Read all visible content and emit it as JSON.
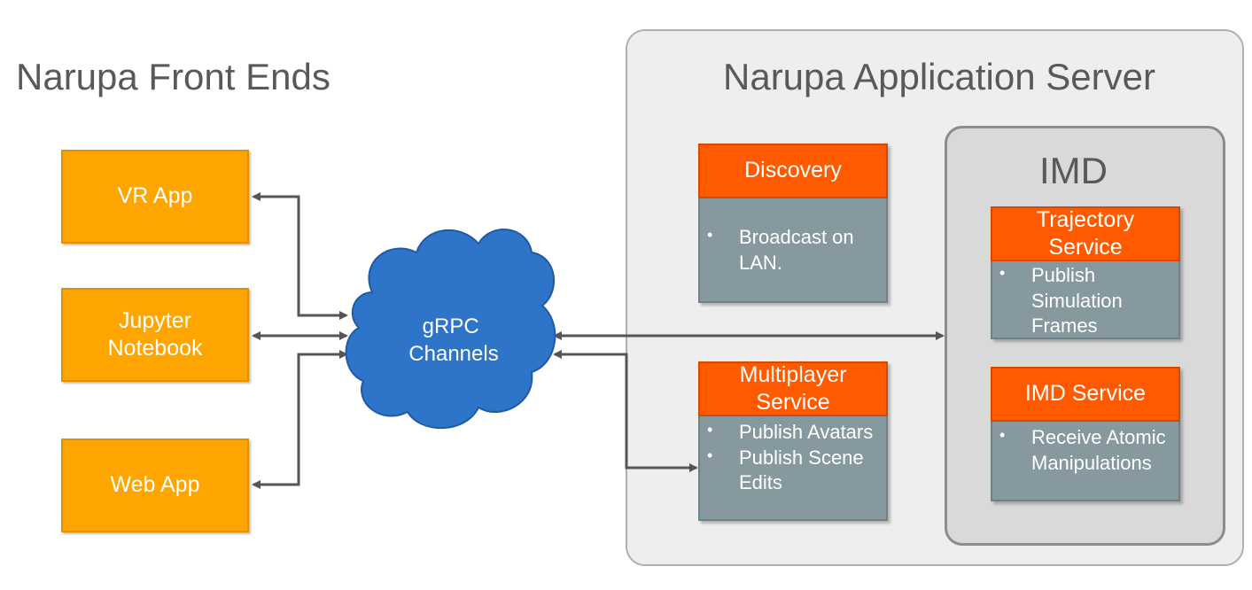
{
  "front_ends": {
    "title": "Narupa Front Ends",
    "items": [
      {
        "label": "VR App"
      },
      {
        "label": "Jupyter\nNotebook"
      },
      {
        "label": "Web App"
      }
    ]
  },
  "cloud": {
    "label": "gRPC\nChannels",
    "color": "#2e74c8"
  },
  "server": {
    "title": "Narupa Application Server",
    "discovery": {
      "title": "Discovery",
      "bullets": [
        "Broadcast on LAN."
      ]
    },
    "multiplayer": {
      "title": "Multiplayer\nService",
      "bullets": [
        "Publish Avatars",
        "Publish Scene Edits"
      ]
    },
    "imd": {
      "title": "IMD",
      "trajectory": {
        "title": "Trajectory\nService",
        "bullets": [
          "Publish Simulation Frames"
        ]
      },
      "imd_service": {
        "title": "IMD Service",
        "bullets": [
          "Receive Atomic Manipulations"
        ]
      }
    }
  },
  "colors": {
    "front_end": "#ffa500",
    "service_header": "#ff5a00",
    "service_body": "#86999e",
    "arrow": "#555555"
  }
}
